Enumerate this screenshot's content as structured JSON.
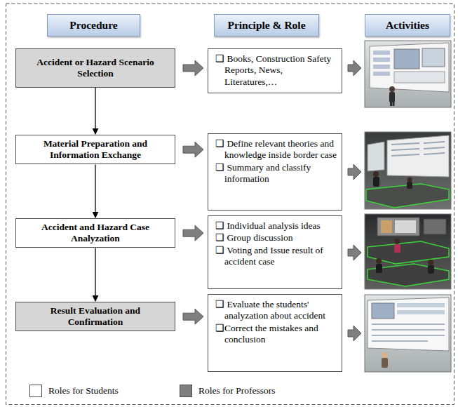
{
  "diagram": {
    "nodes": [
      {
        "text": [
          "Procedure"
        ]
      },
      {
        "text": [
          "Principle & Role"
        ]
      },
      {
        "text": [
          "Activities"
        ]
      },
      {
        "text": [
          "Accident or Hazard Scenario Selection"
        ]
      },
      {
        "text": [
          "Material Preparation and Information Exchange"
        ]
      },
      {
        "text": [
          "Accident and Hazard Case Analyzation"
        ]
      },
      {
        "text": [
          "Result Evaluation and Confirmation"
        ]
      },
      {
        "text": [
          "❑ Books, Construction Safety Reports, News, Literatures,…"
        ]
      },
      {
        "text": [
          "❑ Define relevant theories and knowledge inside border case",
          "❑ Summary and classify information"
        ]
      },
      {
        "text": [
          "❑ Individual analysis ideas",
          "❑ Group discussion",
          "❑ Voting and Issue result of accident case"
        ]
      },
      {
        "text": [
          "❑ Evaluate the students' analyzation about accident",
          "❑Correct the mistakes and conclusion"
        ]
      }
    ],
    "edges": [
      {
        "from": 3,
        "to": 4,
        "arrow": "to"
      },
      {
        "from": 4,
        "to": 5,
        "arrow": "to"
      },
      {
        "from": 5,
        "to": 6,
        "arrow": "to"
      },
      {
        "from": 3,
        "to": 7,
        "arrow": "to"
      },
      {
        "from": 4,
        "to": 8,
        "arrow": "to"
      },
      {
        "from": 5,
        "to": 9,
        "arrow": "to"
      },
      {
        "from": 6,
        "to": 10,
        "arrow": "to"
      }
    ],
    "legend": [
      {
        "text": "Roles for Students",
        "color": "#ffffff"
      },
      {
        "text": "Roles for Professors",
        "color": "#7f7f7f"
      }
    ]
  }
}
